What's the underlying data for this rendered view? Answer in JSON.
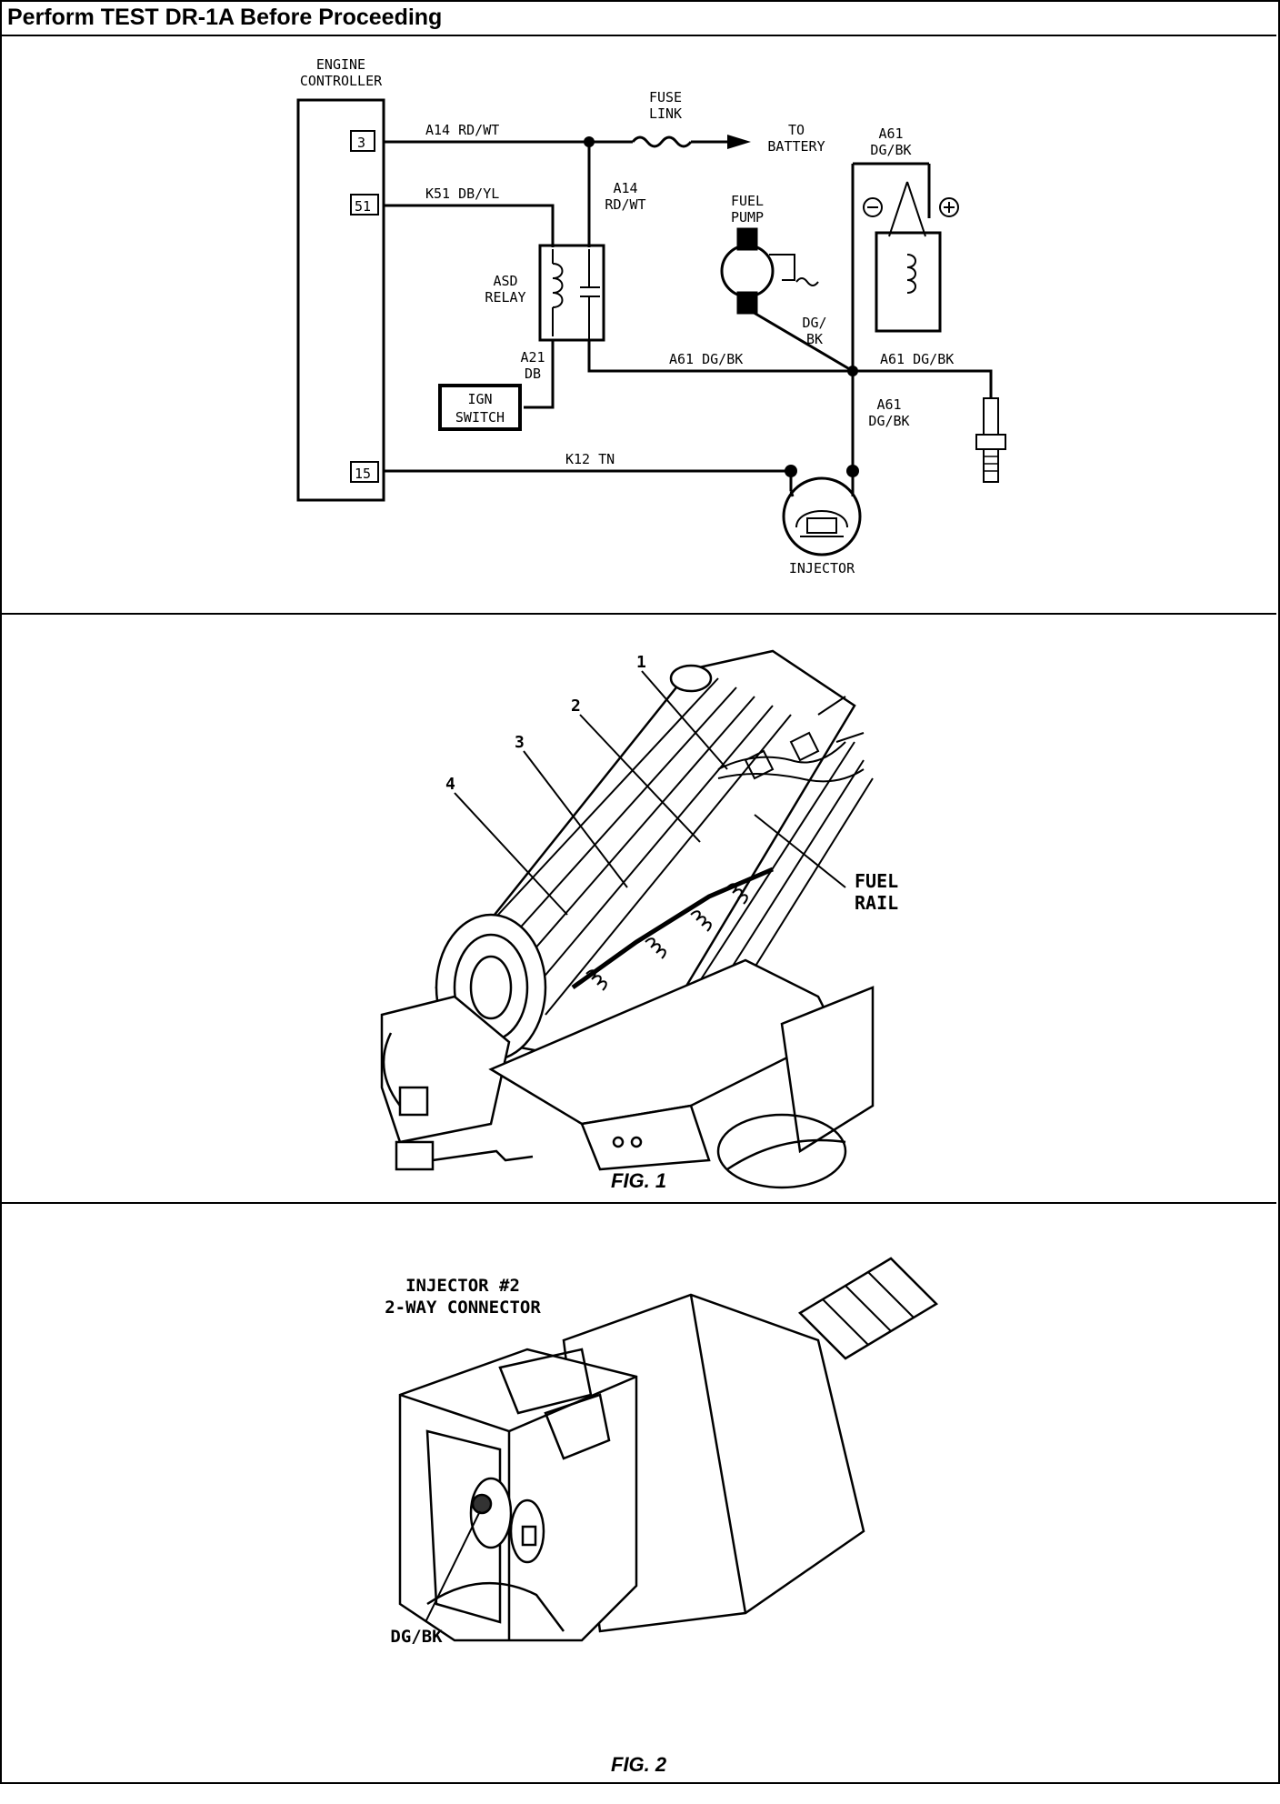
{
  "header": {
    "title": "Perform TEST DR-1A Before Proceeding"
  },
  "schematic": {
    "engine_controller_label": [
      "ENGINE",
      "CONTROLLER"
    ],
    "pins": [
      "3",
      "51",
      "15"
    ],
    "wires": {
      "a14_top": "A14 RD/WT",
      "k51": "K51 DB/YL",
      "a14_vertical": [
        "A14",
        "RD/WT"
      ],
      "fuse_link": [
        "FUSE",
        "LINK"
      ],
      "to_battery": [
        "TO",
        "BATTERY"
      ],
      "asd_relay": [
        "ASD",
        "RELAY"
      ],
      "a21": [
        "A21",
        "DB"
      ],
      "ign_switch": [
        "IGN",
        "SWITCH"
      ],
      "a61_mid": "A61 DG/BK",
      "a61_right": "A61 DG/BK",
      "a61_vertical": [
        "A61",
        "DG/BK"
      ],
      "a61_top": [
        "A61",
        "DG/BK"
      ],
      "fuel_pump": [
        "FUEL",
        "PUMP"
      ],
      "dg_bk_pump": [
        "DG/",
        "BK"
      ],
      "k12": "K12 TN",
      "injector": "INJECTOR"
    }
  },
  "fig1": {
    "callouts": [
      "1",
      "2",
      "3",
      "4"
    ],
    "fuel_rail_label": [
      "FUEL",
      "RAIL"
    ],
    "caption": "FIG. 1"
  },
  "fig2": {
    "connector_title": [
      "INJECTOR #2",
      "2-WAY CONNECTOR"
    ],
    "pin_label": "DG/BK",
    "caption": "FIG. 2"
  }
}
